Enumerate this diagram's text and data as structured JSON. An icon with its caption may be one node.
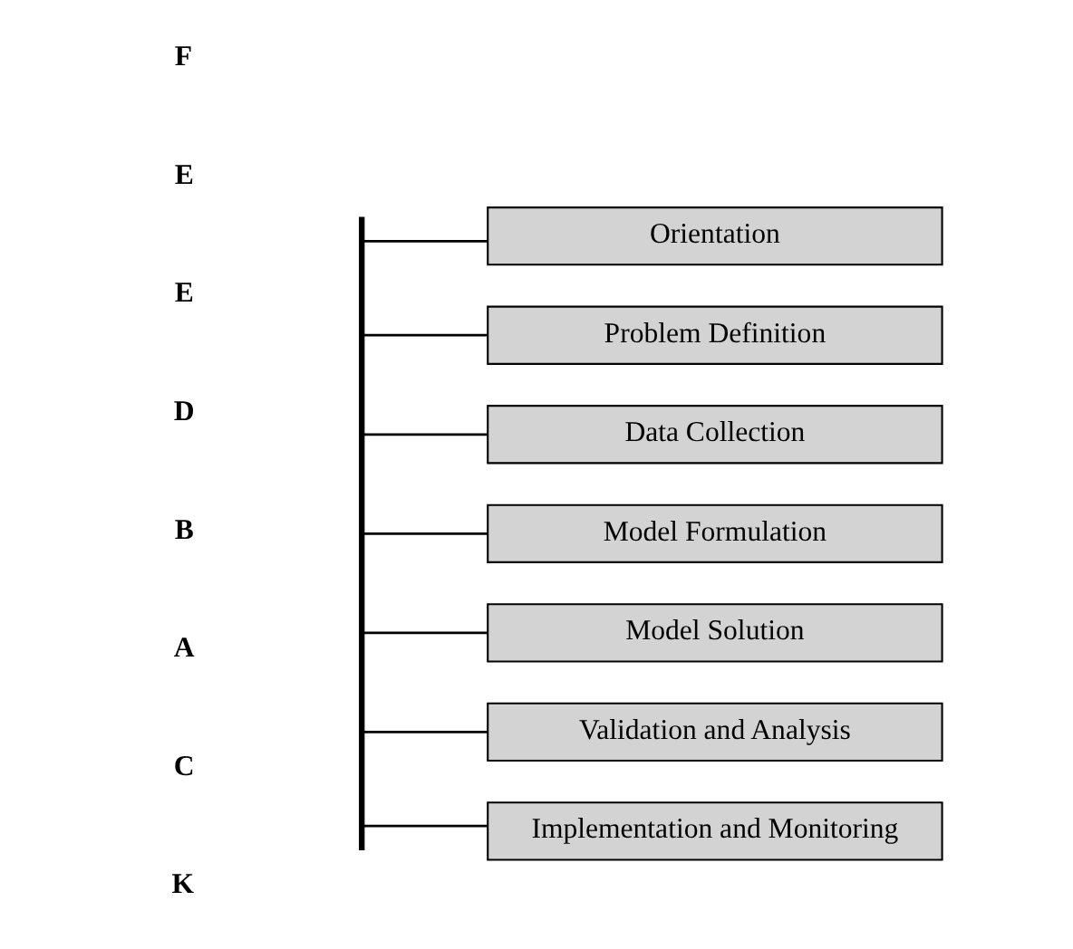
{
  "diagram": {
    "nodes": [
      {
        "text": [],
        "shape": "bar"
      },
      {
        "text": [
          "Orientation"
        ]
      },
      {
        "text": [
          "Problem Definition"
        ]
      },
      {
        "text": [
          "Data Collection"
        ]
      },
      {
        "text": [
          "Model Formulation"
        ]
      },
      {
        "text": [
          "Model Solution"
        ]
      },
      {
        "text": [
          "Validation and Analysis"
        ]
      },
      {
        "text": [
          "Implementation and Monitoring"
        ]
      }
    ],
    "edges": [
      {
        "from": 0,
        "to": 1,
        "arrow": "none"
      },
      {
        "from": 0,
        "to": 2,
        "arrow": "none"
      },
      {
        "from": 0,
        "to": 3,
        "arrow": "none"
      },
      {
        "from": 0,
        "to": 4,
        "arrow": "none"
      },
      {
        "from": 0,
        "to": 5,
        "arrow": "none"
      },
      {
        "from": 0,
        "to": 6,
        "arrow": "none"
      },
      {
        "from": 0,
        "to": 7,
        "arrow": "none"
      }
    ],
    "labels": [
      "F",
      "E",
      "E",
      "D",
      "B",
      "A",
      "C",
      "K"
    ]
  }
}
